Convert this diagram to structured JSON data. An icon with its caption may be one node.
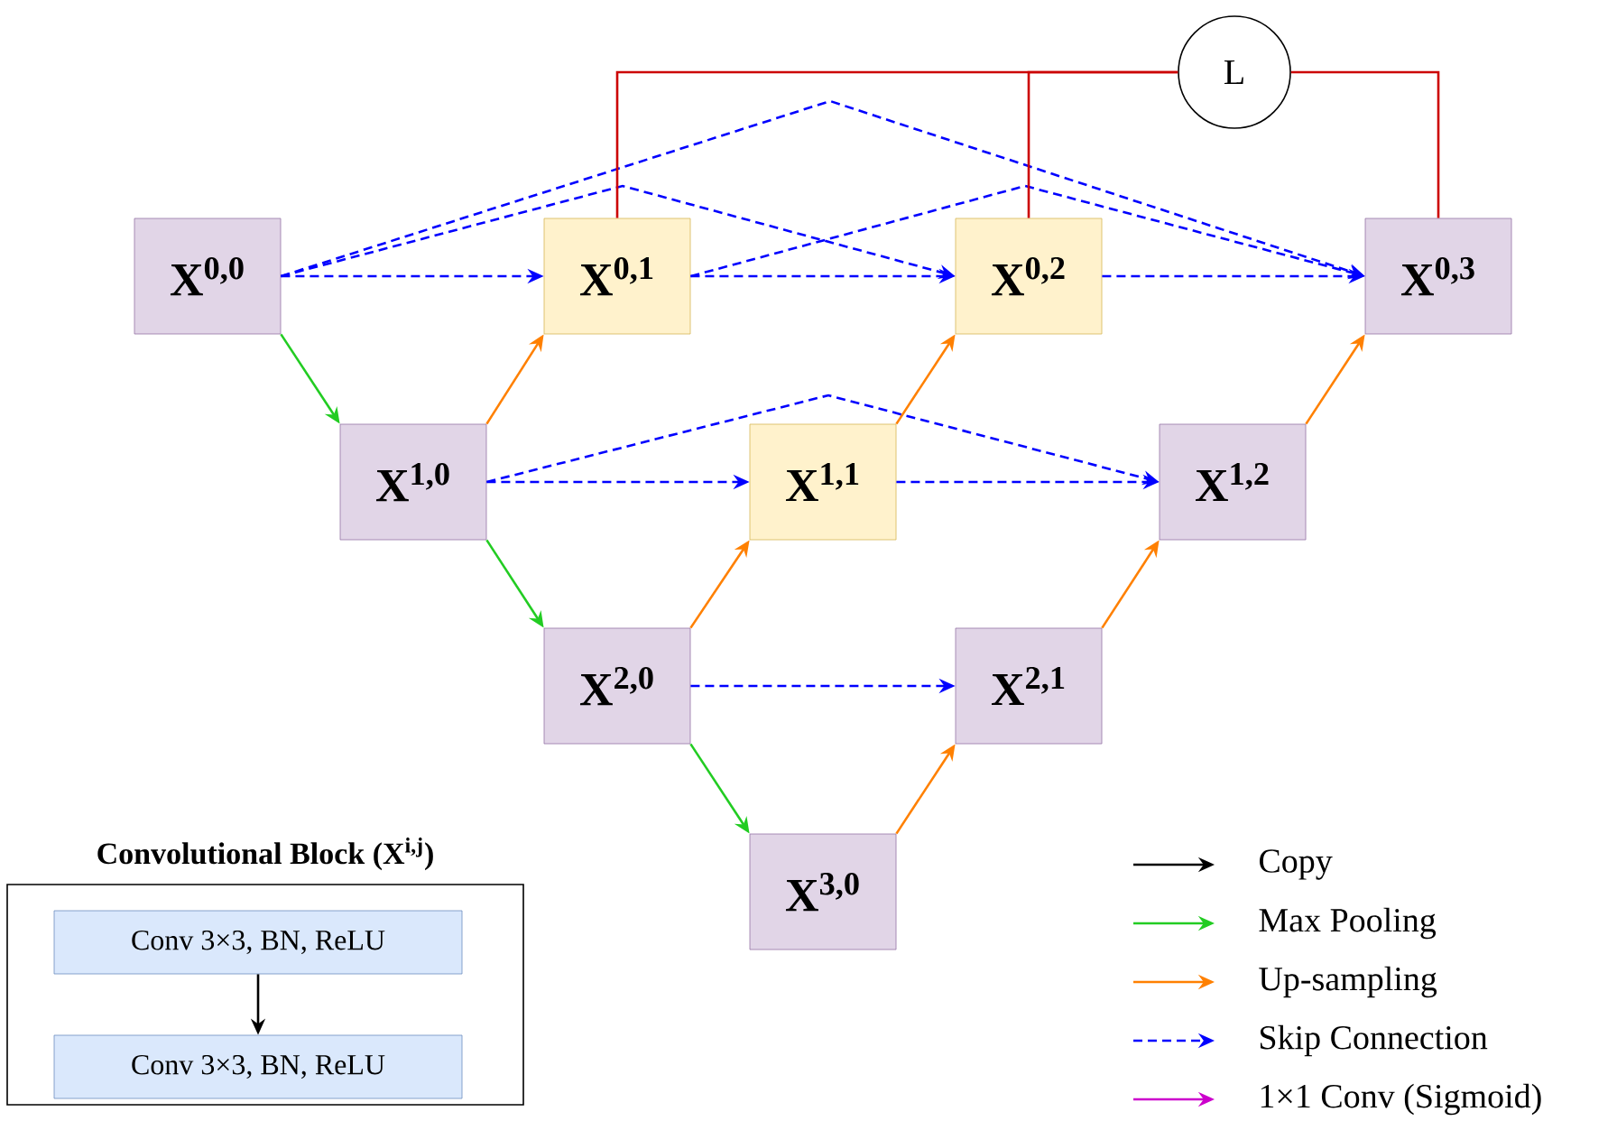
{
  "diagram": {
    "nodes": [
      {
        "text": [
          "X$^{0,0}$"
        ]
      },
      {
        "text": [
          "X$^{0,1}$"
        ]
      },
      {
        "text": [
          "X$^{0,2}$"
        ]
      },
      {
        "text": [
          "X$^{0,3}$"
        ]
      },
      {
        "text": [
          "X$^{1,0}$"
        ]
      },
      {
        "text": [
          "X$^{1,1}$"
        ]
      },
      {
        "text": [
          "X$^{1,2}$"
        ]
      },
      {
        "text": [
          "X$^{2,0}$"
        ]
      },
      {
        "text": [
          "X$^{2,1}$"
        ]
      },
      {
        "text": [
          "X$^{3,0}$"
        ]
      },
      {
        "text": [
          "L"
        ]
      },
      {
        "text": [
          "Convolutional Block (X$^{i,j}$)"
        ]
      },
      {
        "text": [
          "Conv 3×3, BN, ReLU"
        ],
        "in": 11
      },
      {
        "text": [
          "Conv 3×3, BN, ReLU"
        ],
        "in": 11
      }
    ],
    "edges": [
      {
        "from": 0,
        "to": 4,
        "arrow": "to",
        "color": "#22cc22"
      },
      {
        "from": 4,
        "to": 7,
        "arrow": "to",
        "color": "#22cc22"
      },
      {
        "from": 7,
        "to": 9,
        "arrow": "to",
        "color": "#22cc22"
      },
      {
        "from": 4,
        "to": 1,
        "arrow": "to",
        "color": "#ff8000"
      },
      {
        "from": 7,
        "to": 5,
        "arrow": "to",
        "color": "#ff8000"
      },
      {
        "from": 5,
        "to": 2,
        "arrow": "to",
        "color": "#ff8000"
      },
      {
        "from": 9,
        "to": 8,
        "arrow": "to",
        "color": "#ff8000"
      },
      {
        "from": 8,
        "to": 6,
        "arrow": "to",
        "color": "#ff8000"
      },
      {
        "from": 6,
        "to": 3,
        "arrow": "to",
        "color": "#ff8000"
      },
      {
        "from": 0,
        "to": 1,
        "arrow": "to",
        "style": "dashed",
        "color": "#0000ff"
      },
      {
        "from": 0,
        "to": 2,
        "arrow": "to",
        "style": "dashed",
        "color": "#0000ff"
      },
      {
        "from": 0,
        "to": 3,
        "arrow": "to",
        "style": "dashed",
        "color": "#0000ff"
      },
      {
        "from": 1,
        "to": 2,
        "arrow": "to",
        "style": "dashed",
        "color": "#0000ff"
      },
      {
        "from": 1,
        "to": 3,
        "arrow": "to",
        "style": "dashed",
        "color": "#0000ff"
      },
      {
        "from": 2,
        "to": 3,
        "arrow": "to",
        "style": "dashed",
        "color": "#0000ff"
      },
      {
        "from": 4,
        "to": 5,
        "arrow": "to",
        "style": "dashed",
        "color": "#0000ff"
      },
      {
        "from": 4,
        "to": 6,
        "arrow": "to",
        "style": "dashed",
        "color": "#0000ff"
      },
      {
        "from": 5,
        "to": 6,
        "arrow": "to",
        "style": "dashed",
        "color": "#0000ff"
      },
      {
        "from": 7,
        "to": 8,
        "arrow": "to",
        "style": "dashed",
        "color": "#0000ff"
      },
      {
        "from": 1,
        "to": 10,
        "arrow": "none",
        "color": "#cc0000"
      },
      {
        "from": 2,
        "to": 10,
        "arrow": "none",
        "color": "#cc0000"
      },
      {
        "from": 3,
        "to": 10,
        "arrow": "none",
        "color": "#cc0000"
      },
      {
        "from": 12,
        "to": 13,
        "arrow": "to",
        "color": "#000000"
      }
    ],
    "legend": [
      {
        "text": "Copy"
      },
      {
        "text": "Max Pooling"
      },
      {
        "text": "Up-sampling"
      },
      {
        "text": "Skip Connection"
      },
      {
        "text": "1×1 Conv (Sigmoid)"
      }
    ]
  }
}
